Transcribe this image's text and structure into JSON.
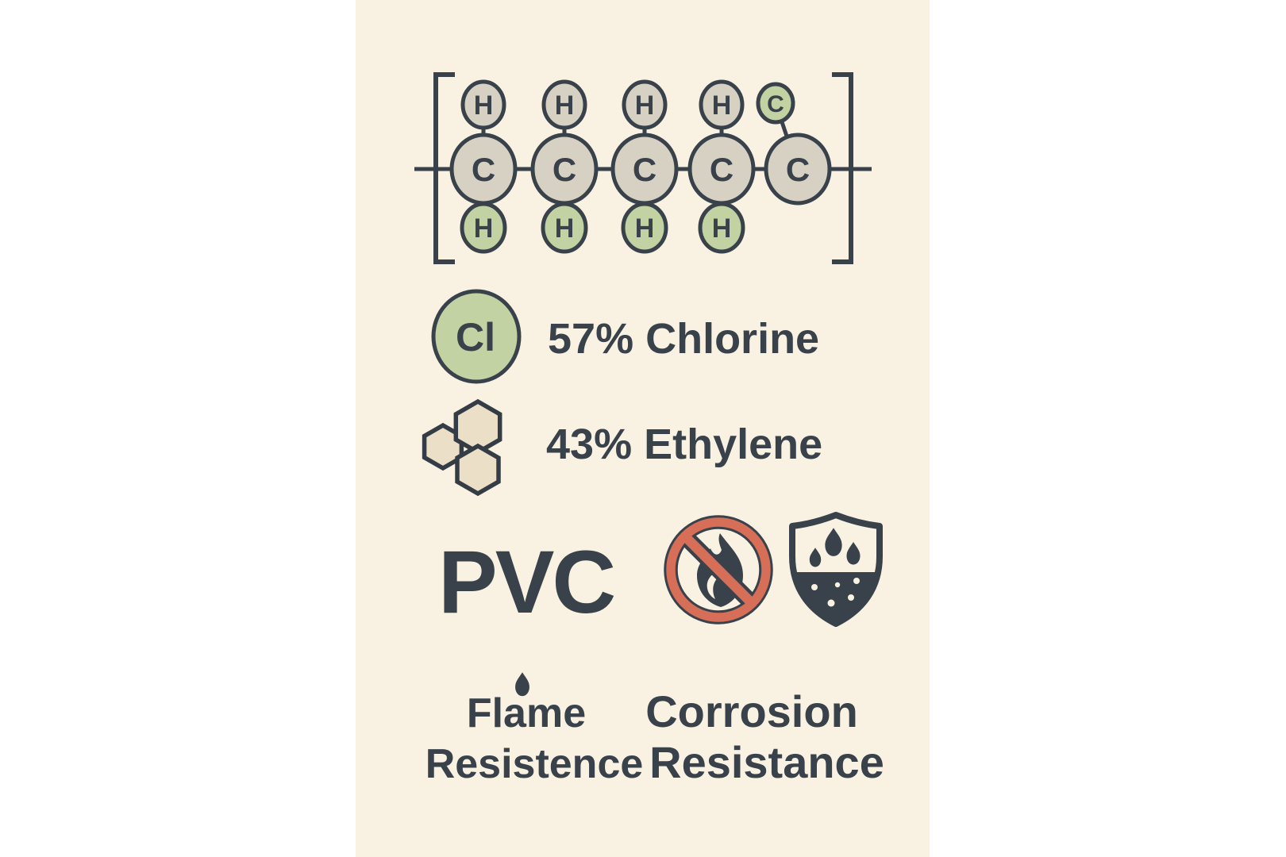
{
  "title": {
    "text": "PVC"
  },
  "molecule": {
    "chain_atoms": [
      "C",
      "C",
      "C",
      "C",
      "C"
    ],
    "top_atoms": [
      "H",
      "H",
      "H",
      "H",
      "C"
    ],
    "bottom_atoms": [
      "H",
      "H",
      "H",
      "H"
    ]
  },
  "composition": [
    {
      "symbol": "Cl",
      "label": "57% Chlorine",
      "icon": "chlorine-circle-icon"
    },
    {
      "label": "43% Ethylene",
      "icon": "hexagon-cluster-icon"
    }
  ],
  "features": [
    {
      "line1": "Flame",
      "line2": "Resistence",
      "icon": "no-flame-icon",
      "marker": "water-droplet-icon"
    },
    {
      "line1": "Corrosion",
      "line2": "Resistance",
      "icon": "corrosion-shield-icon"
    }
  ],
  "colors": {
    "background": "#FFFFFF",
    "panel": "#F9F2E2",
    "ink": "#39424B",
    "atom_green": "#C2D2A2",
    "atom_grey": "#D7D1C3",
    "hex_beige": "#EBDFC8",
    "ban_red": "#D66E58"
  }
}
